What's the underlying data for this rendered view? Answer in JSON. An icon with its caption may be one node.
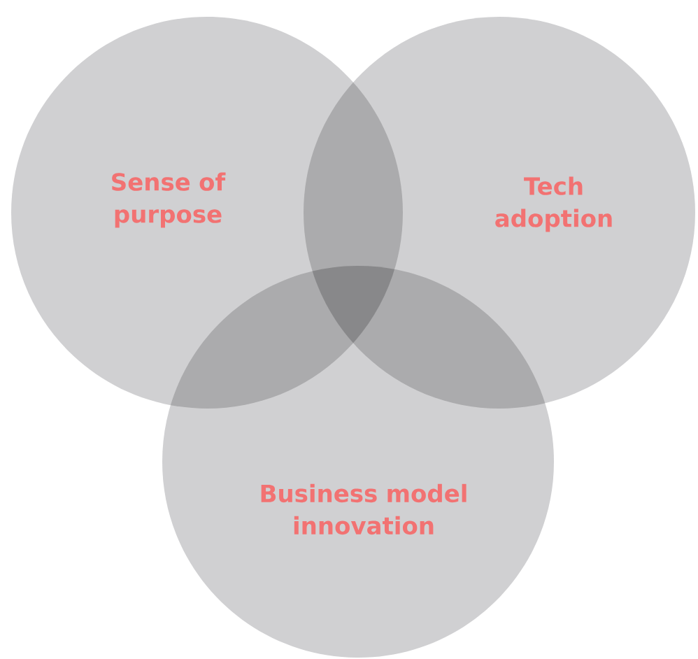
{
  "diagram": {
    "nodes": [
      {
        "text": [
          "Sense of purpose"
        ]
      },
      {
        "text": [
          "Tech adoption"
        ]
      },
      {
        "text": [
          "Business model innovation"
        ]
      }
    ]
  }
}
